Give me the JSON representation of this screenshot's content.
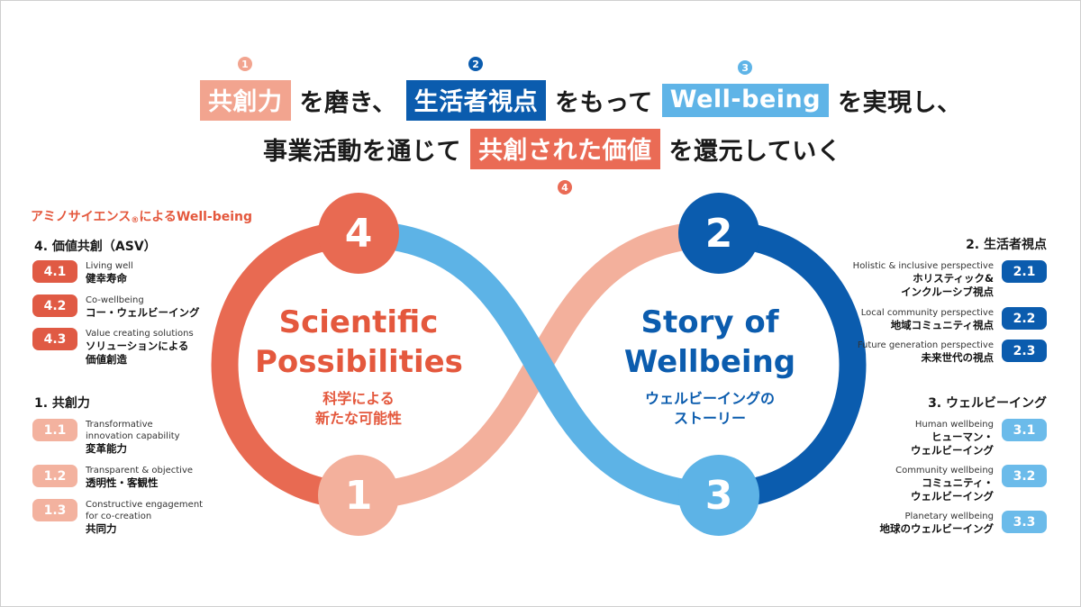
{
  "headline": {
    "row1": {
      "hl1": "共創力",
      "t1": "を磨き、",
      "hl2": "生活者視点",
      "t2": "をもって",
      "hl3": "Well-being",
      "t3": "を実現し、"
    },
    "row2": {
      "t1": "事業活動を通じて",
      "hl4": "共創された価値",
      "t2": "を還元していく"
    },
    "markers": {
      "m1": "1",
      "m2": "2",
      "m3": "3",
      "m4": "4"
    }
  },
  "diagram": {
    "nodes": {
      "n4": "4",
      "n2": "2",
      "n1": "1",
      "n3": "3"
    },
    "left_title_line1": "Scientific",
    "left_title_line2": "Possibilities",
    "left_sub_line1": "科学による",
    "left_sub_line2": "新たな可能性",
    "right_title_line1": "Story of",
    "right_title_line2": "Wellbeing",
    "right_sub_line1": "ウェルビーイングの",
    "right_sub_line2": "ストーリー",
    "colors": {
      "red": "#e86a52",
      "peach": "#f3b09c",
      "sky": "#5db3e6",
      "navy": "#0b5cae"
    }
  },
  "left_panel": {
    "heading_pre": "アミノサイエンス",
    "heading_reg": "®",
    "heading_post": "によるWell-being",
    "group4": {
      "title": "4. 価値共創（ASV）",
      "items": [
        {
          "num": "4.1",
          "en": "Living well",
          "jp": "健幸寿命"
        },
        {
          "num": "4.2",
          "en": "Co-wellbeing",
          "jp": "コー・ウェルビーイング"
        },
        {
          "num": "4.3",
          "en": "Value creating solutions",
          "jp1": "ソリューションによる",
          "jp2": "価値創造"
        }
      ]
    },
    "group1": {
      "title": "1. 共創力",
      "items": [
        {
          "num": "1.1",
          "en1": "Transformative",
          "en2": "innovation capability",
          "jp": "変革能力"
        },
        {
          "num": "1.2",
          "en": "Transparent & objective",
          "jp": "透明性・客観性"
        },
        {
          "num": "1.3",
          "en1": "Constructive engagement",
          "en2": "for co-creation",
          "jp": "共同力"
        }
      ]
    }
  },
  "right_panel": {
    "group2": {
      "title": "2. 生活者視点",
      "items": [
        {
          "num": "2.1",
          "en": "Holistic & inclusive perspective",
          "jp1": "ホリスティック&",
          "jp2": "インクルーシブ視点"
        },
        {
          "num": "2.2",
          "en": "Local community perspective",
          "jp": "地域コミュニティ視点"
        },
        {
          "num": "2.3",
          "en": "Future generation perspective",
          "jp": "未来世代の視点"
        }
      ]
    },
    "group3": {
      "title": "3. ウェルビーイング",
      "items": [
        {
          "num": "3.1",
          "en": "Human wellbeing",
          "jp1": "ヒューマン・",
          "jp2": "ウェルビーイング"
        },
        {
          "num": "3.2",
          "en": "Community wellbeing",
          "jp1": "コミュニティ・",
          "jp2": "ウェルビーイング"
        },
        {
          "num": "3.3",
          "en": "Planetary wellbeing",
          "jp": "地球のウェルビーイング"
        }
      ]
    }
  }
}
